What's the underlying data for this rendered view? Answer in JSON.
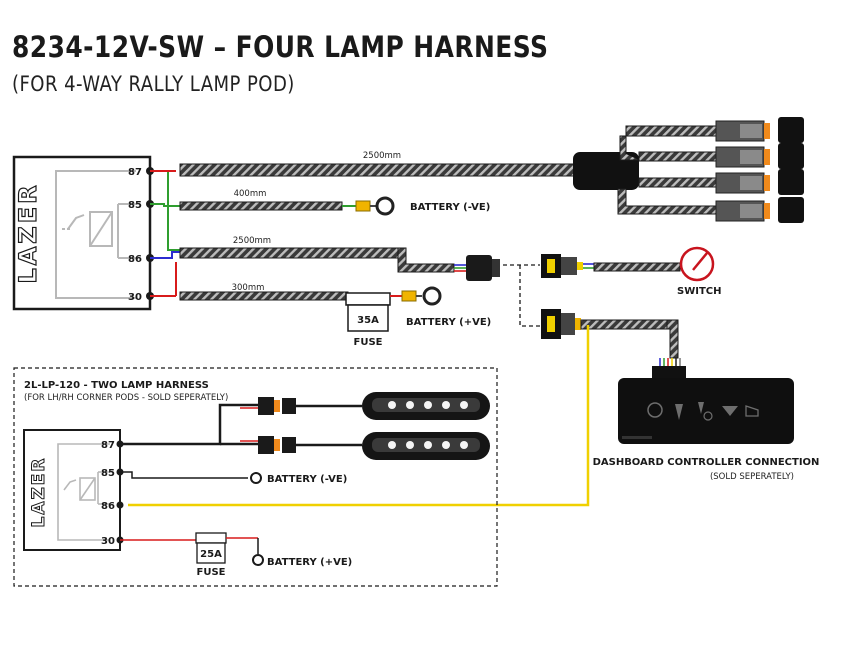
{
  "header": {
    "title": "8234-12V-SW – FOUR LAMP HARNESS",
    "subtitle": "(FOR 4-WAY RALLY LAMP POD)"
  },
  "main_relay": {
    "logo_text": "LAZER",
    "pins": [
      "87",
      "85",
      "86",
      "30"
    ]
  },
  "main_harness": {
    "lengths": [
      "2500mm",
      "400mm",
      "2500mm",
      "300mm"
    ],
    "battery_neg_label": "BATTERY (-VE)",
    "battery_pos_label": "BATTERY (+VE)",
    "fuse_rating": "35A",
    "fuse_label": "FUSE",
    "switch_label": "SWITCH"
  },
  "dashboard": {
    "label": "DASHBOARD CONTROLLER CONNECTION",
    "note": "(SOLD SEPERATELY)",
    "icons": [
      "eco-icon",
      "beam-icon",
      "auto-dim-icon",
      "down-arrow-icon",
      "horn-icon"
    ]
  },
  "two_lamp": {
    "title": "2L-LP-120 - TWO LAMP HARNESS",
    "note": "(FOR LH/RH CORNER PODS - SOLD SEPERATELY)",
    "relay_logo": "LAZER",
    "pins": [
      "87",
      "85",
      "86",
      "30"
    ],
    "battery_neg_label": "BATTERY (-VE)",
    "battery_pos_label": "BATTERY (+VE)",
    "fuse_rating": "25A",
    "fuse_label": "FUSE"
  },
  "colors": {
    "trigger_wire": "#f0d000",
    "positive_wire": "#d81b1b",
    "ground_wire": "#2f9e2f",
    "negative_wire": "#2b2bd0",
    "connector_seal": "#f08a1c",
    "ring_terminal": "#f0b400",
    "switch_red": "#c8141e"
  }
}
